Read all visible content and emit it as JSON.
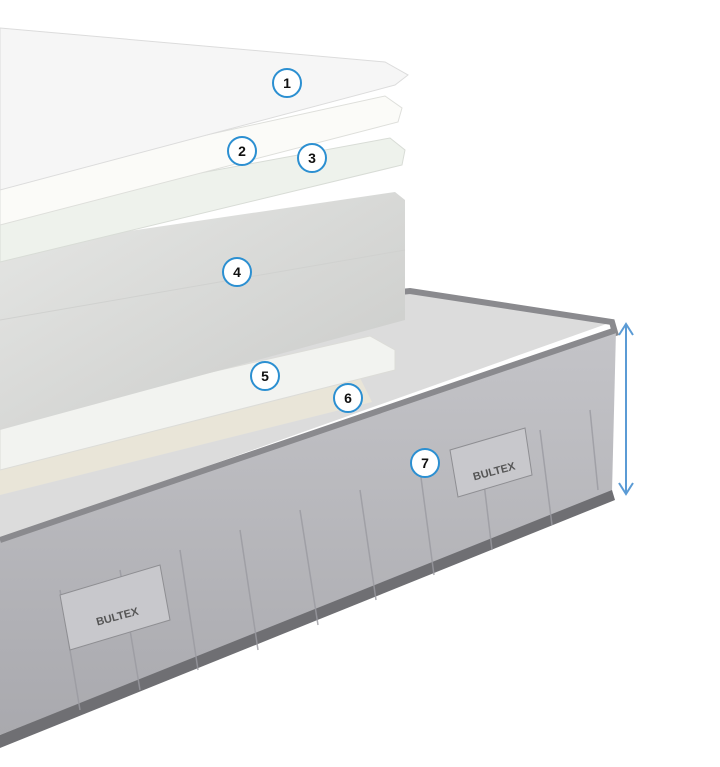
{
  "brand_label": "BULTEX",
  "callouts": [
    {
      "number": "1",
      "layer": "top-comfort-layer"
    },
    {
      "number": "2",
      "layer": "layer-2"
    },
    {
      "number": "3",
      "layer": "layer-3"
    },
    {
      "number": "4",
      "layer": "core-foam-block"
    },
    {
      "number": "5",
      "layer": "layer-5"
    },
    {
      "number": "6",
      "layer": "layer-6"
    },
    {
      "number": "7",
      "layer": "knitted-cover"
    }
  ],
  "colors": {
    "callout_border": "#2b8fd1",
    "arrow": "#5b9bd5",
    "cover": "#b9b9bd"
  }
}
